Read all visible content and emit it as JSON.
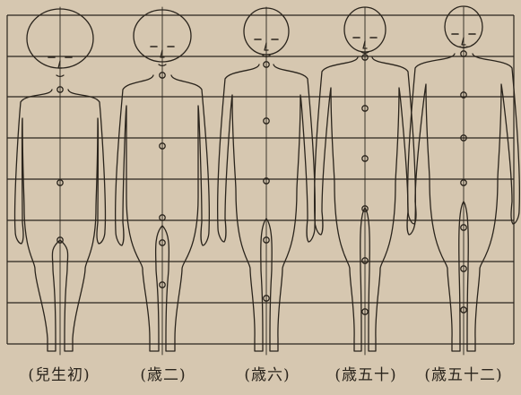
{
  "diagram": {
    "figures": [
      {
        "id": "newborn",
        "caption": "(兒生初)"
      },
      {
        "id": "age-2",
        "caption": "(歳二)"
      },
      {
        "id": "age-6",
        "caption": "(歳六)"
      },
      {
        "id": "age-15",
        "caption": "(歳五十)"
      },
      {
        "id": "age-25",
        "caption": "(歳五十二)"
      }
    ]
  },
  "colors": {
    "paper": "#d6c7b0",
    "ink": "#2a241c"
  }
}
